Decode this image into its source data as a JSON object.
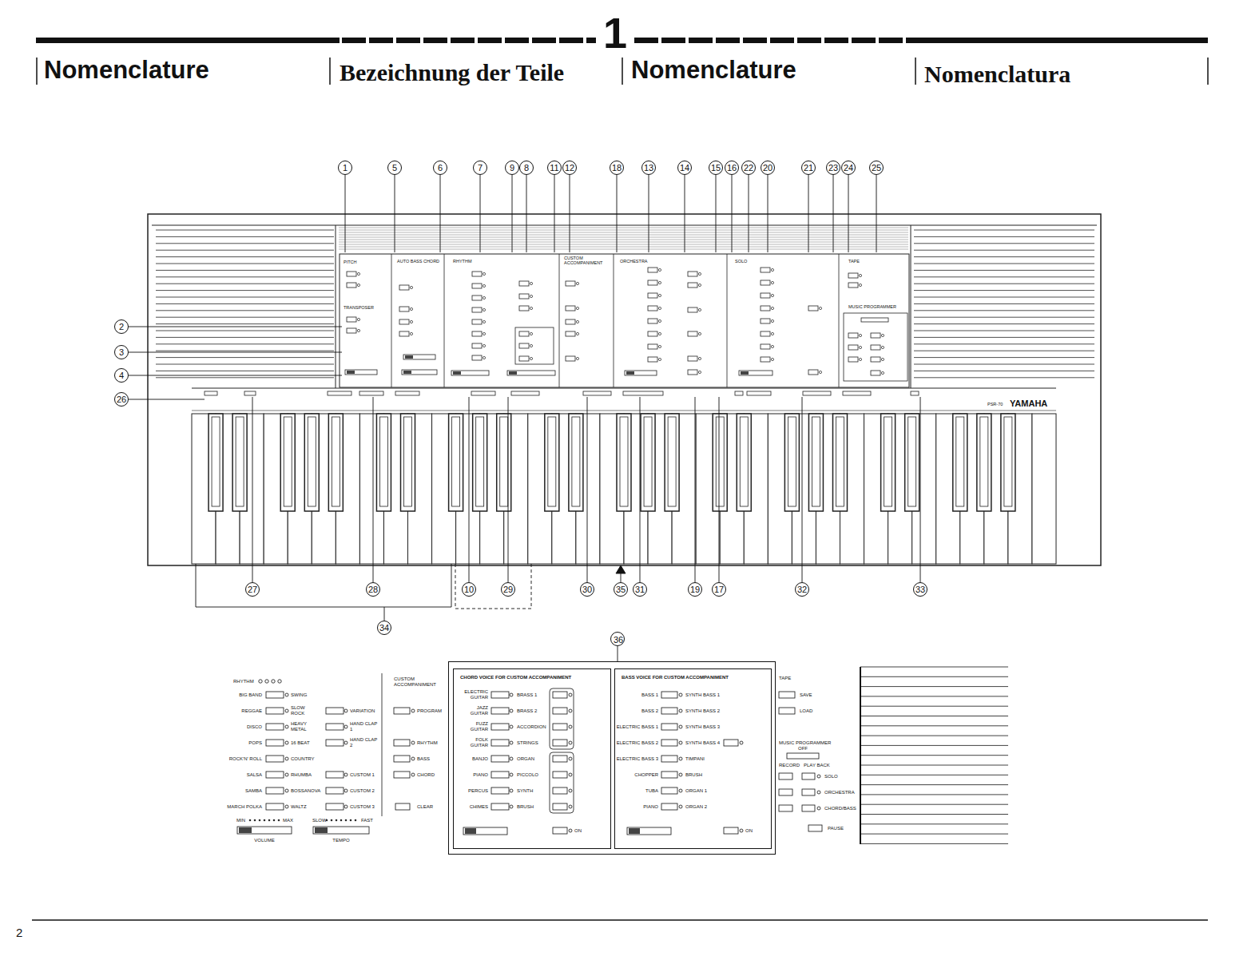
{
  "diagram": {
    "nodes": [
      {
        "text": [
          "36"
        ]
      },
      {
        "text": [
          "CHORD VOICE FOR CUSTOM ACCOMPANIMENT"
        ],
        "in": 0
      },
      {
        "text": [
          "BASS VOICE FOR CUSTOM ACCOMPANIMENT"
        ],
        "in": 0
      }
    ],
    "labels": [
      "1",
      "Nomenclature",
      "Bezeichnung der Teile",
      "Nomenclature",
      "Nomenclatura",
      "2",
      "1",
      "5",
      "6",
      "7",
      "9",
      "8",
      "11",
      "12",
      "18",
      "13",
      "14",
      "15",
      "16",
      "22",
      "20",
      "21",
      "23",
      "24",
      "25",
      "2",
      "3",
      "4",
      "26",
      "27",
      "28",
      "10",
      "29",
      "30",
      "35",
      "31",
      "19",
      "17",
      "32",
      "33",
      "34",
      "PITCH",
      "TRANSPOSER",
      "AUTO BASS CHORD",
      "RHYTHM",
      "CUSTOM ACCOMPANIMENT",
      "ORCHESTRA",
      "SOLO",
      "TAPE",
      "MUSIC PROGRAMMER",
      "PSR-70",
      "YAMAHA",
      "RHYTHM",
      "BIG BAND",
      "SWING",
      "REGGAE",
      "SLOW ROCK",
      "VARIATION",
      "DISCO",
      "HEAVY METAL",
      "HAND CLAP 1",
      "POPS",
      "16 BEAT",
      "HAND CLAP 2",
      "ROCK'N' ROLL",
      "COUNTRY",
      "SALSA",
      "RHUMBA",
      "CUSTOM 1",
      "SAMBA",
      "BOSSANOVA",
      "CUSTOM 2",
      "MARCH POLKA",
      "WALTZ",
      "CUSTOM 3",
      "MIN",
      "MAX",
      "VOLUME",
      "SLOW",
      "FAST",
      "TEMPO",
      "CUSTOM ACCOMPANIMENT",
      "PROGRAM",
      "RHYTHM",
      "BASS",
      "CHORD",
      "CLEAR",
      "ELECTRIC GUITAR",
      "BRASS 1",
      "JAZZ GUITAR",
      "BRASS 2",
      "FUZZ GUITAR",
      "ACCORDION",
      "FOLK GUITAR",
      "STRINGS",
      "BANJO",
      "ORGAN",
      "PIANO",
      "PICCOLO",
      "PERCUS",
      "SYNTH",
      "CHIMES",
      "BRUSH",
      "ON",
      "BASS 1",
      "SYNTH BASS 1",
      "BASS 2",
      "SYNTH BASS 2",
      "ELECTRIC BASS 1",
      "SYNTH BASS 3",
      "ELECTRIC BASS 2",
      "SYNTH BASS 4",
      "ELECTRIC BASS 3",
      "TIMPANI",
      "CHOPPER",
      "BRUSH",
      "TUBA",
      "ORGAN 1",
      "PIANO",
      "ORGAN 2",
      "ON",
      "TAPE",
      "SAVE",
      "LOAD",
      "MUSIC PROGRAMMER",
      "OFF",
      "RECORD",
      "PLAY BACK",
      "SOLO",
      "ORCHESTRA",
      "CHORD/BASS",
      "PAUSE"
    ]
  }
}
